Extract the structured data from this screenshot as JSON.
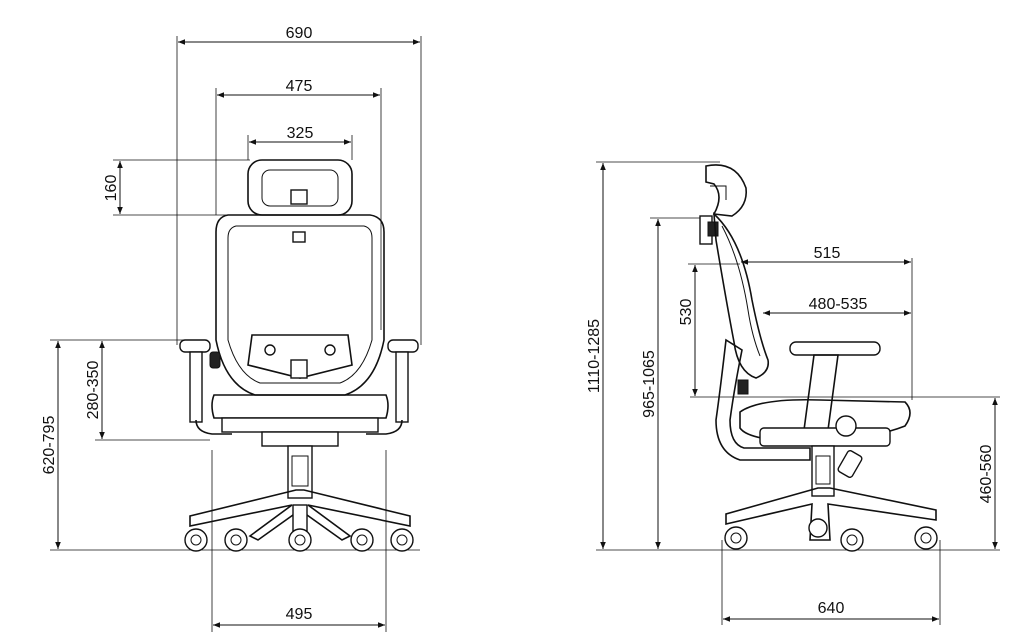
{
  "front_view": {
    "dims": {
      "overall_width": "690",
      "armrest_width": "475",
      "headrest_width": "325",
      "headrest_height": "160",
      "armrest_height": "280-350",
      "seat_to_floor": "620-795",
      "base_width": "495"
    }
  },
  "side_view": {
    "dims": {
      "total_height": "1110-1285",
      "back_height": "965-1065",
      "backrest_height": "530",
      "seat_depth": "515",
      "seat_depth_adjust": "480-535",
      "seat_height": "460-560",
      "base_depth": "640"
    }
  },
  "colors": {
    "line": "#111111",
    "background": "#ffffff"
  }
}
